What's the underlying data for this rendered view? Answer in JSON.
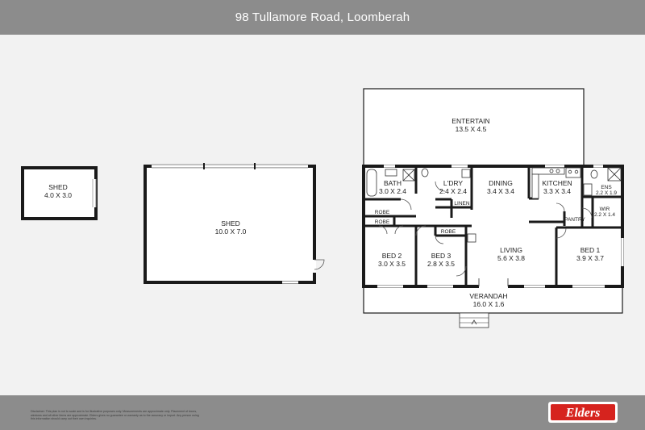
{
  "header": {
    "title": "98 Tullamore Road, Loomberah"
  },
  "rooms": {
    "small_shed": {
      "name": "SHED",
      "dims": "4.0 X 3.0"
    },
    "big_shed": {
      "name": "SHED",
      "dims": "10.0 X 7.0"
    },
    "entertain": {
      "name": "ENTERTAIN",
      "dims": "13.5 X 4.5"
    },
    "bath": {
      "name": "BATH",
      "dims": "3.0 X 2.4"
    },
    "ldry": {
      "name": "L'DRY",
      "dims": "2.4 X 2.4"
    },
    "linen": {
      "name": "LINEN"
    },
    "dining": {
      "name": "DINING",
      "dims": "3.4 X 3.4"
    },
    "kitchen": {
      "name": "KITCHEN",
      "dims": "3.3 X 3.4"
    },
    "ens": {
      "name": "ENS",
      "dims": "2.2 X 1.9"
    },
    "wir": {
      "name": "WIR",
      "dims": "2.2 X 1.4"
    },
    "pantry": {
      "name": "PANTRY"
    },
    "robe1": {
      "name": "ROBE"
    },
    "robe2": {
      "name": "ROBE"
    },
    "robe3": {
      "name": "ROBE"
    },
    "bed2": {
      "name": "BED 2",
      "dims": "3.0 X 3.5"
    },
    "bed3": {
      "name": "BED 3",
      "dims": "2.8 X 3.5"
    },
    "living": {
      "name": "LIVING",
      "dims": "5.6 X 3.8"
    },
    "bed1": {
      "name": "BED 1",
      "dims": "3.9 X 3.7"
    },
    "verandah": {
      "name": "VERANDAH",
      "dims": "16.0 X 1.6"
    }
  },
  "footer": {
    "disclaimer": "Disclaimer: This plan is not to scale and is for illustrative purposes only. Measurements are approximate only. Placement of doors, windows and all other items are approximate. Elders gives no guarantee or warranty as to the accuracy or import. Any person using this information should carry out their own inquiries.",
    "brand": "Elders",
    "brand_color": "#d6231e"
  }
}
